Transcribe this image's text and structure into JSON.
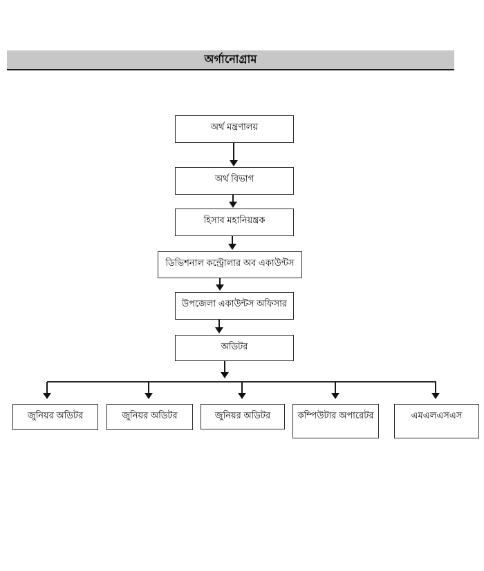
{
  "header": {
    "title": "অর্গানোগ্রাম"
  },
  "org_chart": {
    "chain": [
      {
        "label": "অর্থ মন্ত্রণালয়"
      },
      {
        "label": "অর্থ বিভাগ"
      },
      {
        "label": "হিসাব মহানিয়ন্ত্রক"
      },
      {
        "label": "ডিভিশনাল কন্ট্রোলার অব একাউন্টস"
      },
      {
        "label": "উপজেলা একাউন্টস অফিসার"
      },
      {
        "label": "অডিটর"
      }
    ],
    "leaves": [
      {
        "label": "জুনিয়র অডিটর"
      },
      {
        "label": "জুনিয়র অডিটর"
      },
      {
        "label": "জুনিয়র অডিটর"
      },
      {
        "label": "কম্পিউটার অপারেটর"
      },
      {
        "label": "এমএলএসএস"
      }
    ]
  },
  "colors": {
    "page_bg": "#ffffff",
    "header_bg": "#c7c7c7",
    "line": "#1b1b1b",
    "box_border": "#2a2a2a"
  }
}
